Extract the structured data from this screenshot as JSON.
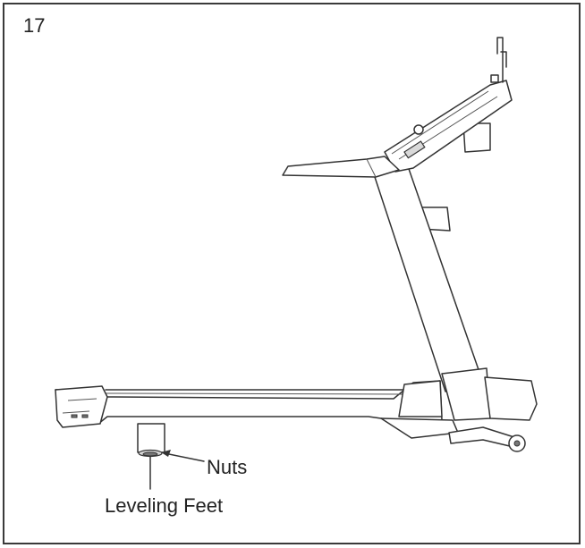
{
  "figure": {
    "step_number": "17",
    "callouts": {
      "nuts": "Nuts",
      "leveling_feet": "Leveling Feet"
    }
  }
}
